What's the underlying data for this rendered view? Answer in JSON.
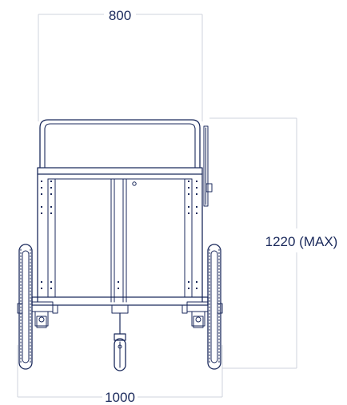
{
  "dimensions": {
    "width_top": "800",
    "height": "1220 (MAX)",
    "width_bottom": "1000"
  },
  "colors": {
    "ink": "#1b2a5c",
    "extension_line": "#cfd3dc",
    "background": "#ffffff"
  }
}
